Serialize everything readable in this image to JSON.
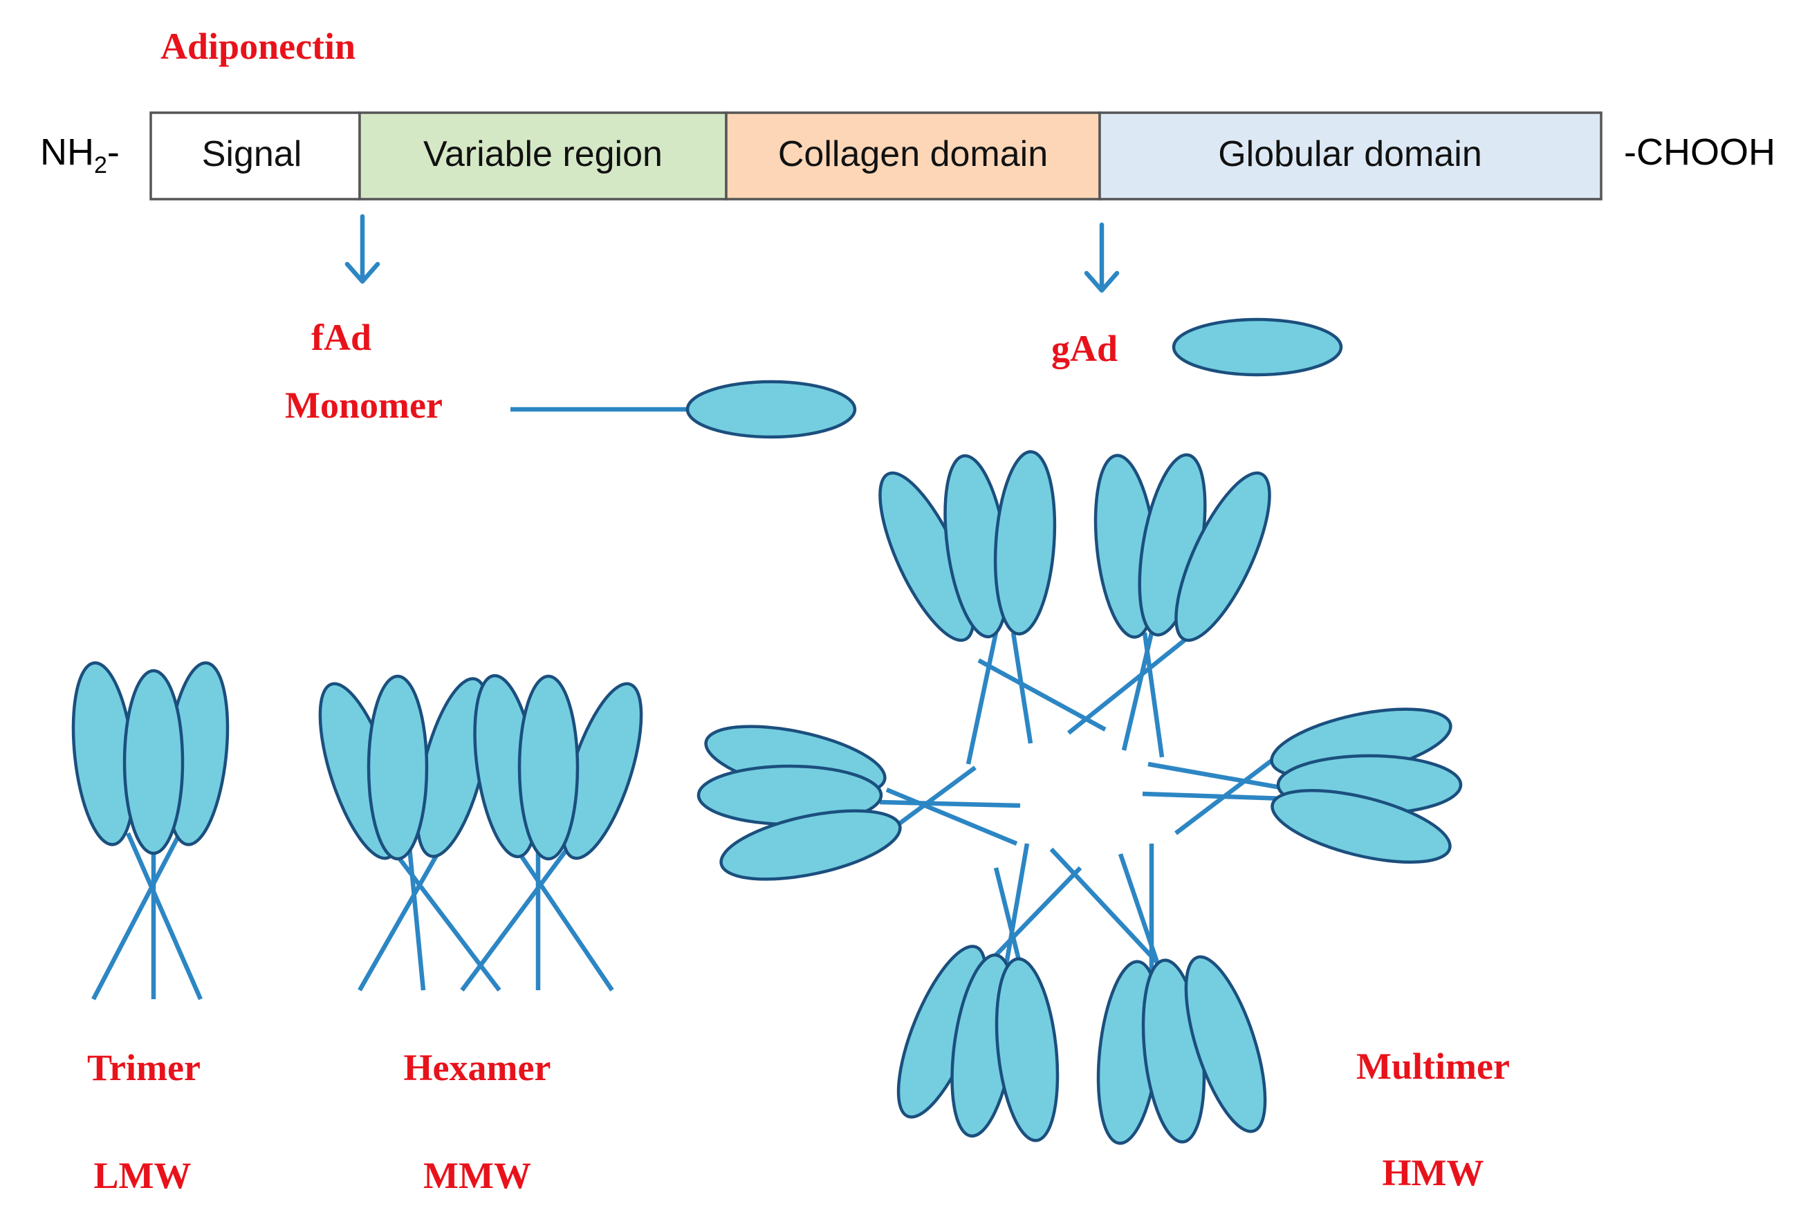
{
  "title": "Adiponectin",
  "n_terminus": {
    "main": "NH",
    "sub": "2",
    "suffix": "-"
  },
  "c_terminus": "-CHOOH",
  "domains": [
    {
      "label": "Signal",
      "color": "#ffffff"
    },
    {
      "label": "Variable region",
      "color": "#d5e8c6"
    },
    {
      "label": "Collagen domain",
      "color": "#fcd6b6"
    },
    {
      "label": "Globular domain",
      "color": "#dce9f5"
    }
  ],
  "fragments": {
    "fad": "fAd",
    "gad": "gAd"
  },
  "forms": {
    "monomer": "Monomer",
    "trimer": "Trimer",
    "trimer_weight": "LMW",
    "hexamer": "Hexamer",
    "hexamer_weight": "MMW",
    "multimer": "Multimer",
    "multimer_weight": "HMW"
  },
  "colors": {
    "label_red": "#e8121b",
    "globule_fill": "#74cee0",
    "globule_stroke": "#1b4f7e",
    "stalk_blue": "#2c86c4",
    "bar_border": "#555555"
  },
  "icons": {
    "cleavage_arrow": "down-arrow-icon",
    "globular_head": "ellipse-globule"
  }
}
